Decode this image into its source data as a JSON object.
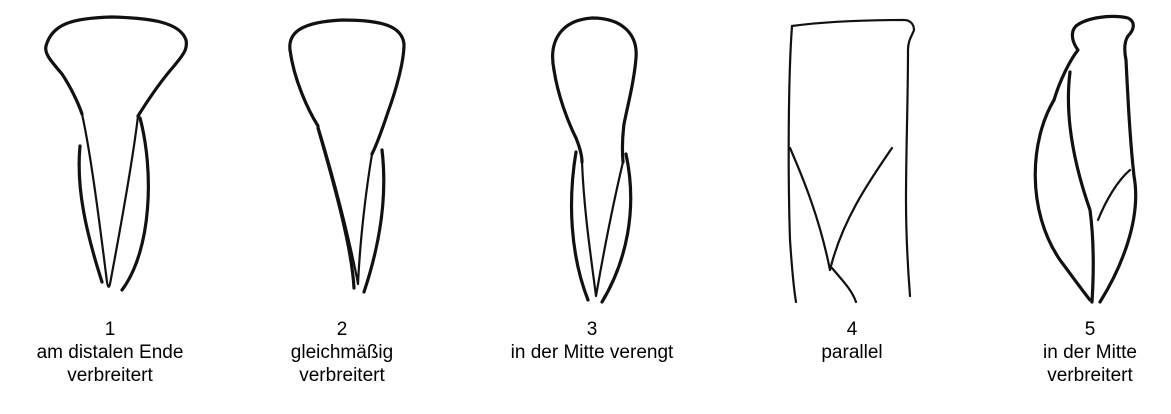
{
  "figures": [
    {
      "number": "1",
      "caption_line1": "am distalen Ende",
      "caption_line2": "verbreitert"
    },
    {
      "number": "2",
      "caption_line1": "gleichmäßig",
      "caption_line2": "verbreitert"
    },
    {
      "number": "3",
      "caption_line1": "in der Mitte verengt",
      "caption_line2": ""
    },
    {
      "number": "4",
      "caption_line1": "parallel",
      "caption_line2": ""
    },
    {
      "number": "5",
      "caption_line1": "in der Mitte",
      "caption_line2": "verbreitert"
    }
  ]
}
